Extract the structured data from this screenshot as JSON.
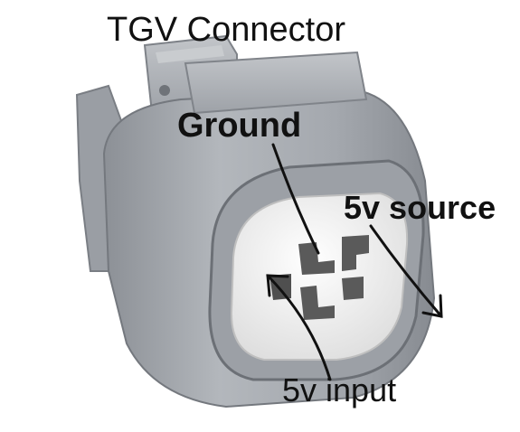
{
  "photo": {
    "subject": "connector-plug",
    "colors": {
      "housing": "#a9adb3",
      "insert": "#f4f4f4",
      "annotation": "#111111"
    }
  },
  "labels": {
    "title": "TGV Connector",
    "ground": "Ground",
    "source": "5v source",
    "input": "5v input"
  }
}
